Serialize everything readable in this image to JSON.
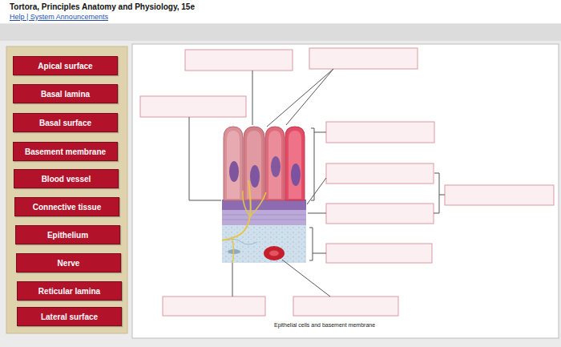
{
  "diagram": {
    "title": "Tortora, Principles Anatomy and Physiology, 15e",
    "caption": "Epithelial cells and basement membrane",
    "nodes": [
      {
        "text": [
          "Apical surface"
        ]
      },
      {
        "text": [
          "Basal lamina"
        ]
      },
      {
        "text": [
          "Basal surface"
        ]
      },
      {
        "text": [
          "Basement membrane"
        ]
      },
      {
        "text": [
          "Blood vessel"
        ]
      },
      {
        "text": [
          "Connective tissue"
        ]
      },
      {
        "text": [
          "Epithelium"
        ]
      },
      {
        "text": [
          "Nerve"
        ]
      },
      {
        "text": [
          "Reticular lamina"
        ]
      },
      {
        "text": [
          "Lateral surface"
        ]
      }
    ],
    "labels": [
      "Help | System Announcements"
    ]
  }
}
